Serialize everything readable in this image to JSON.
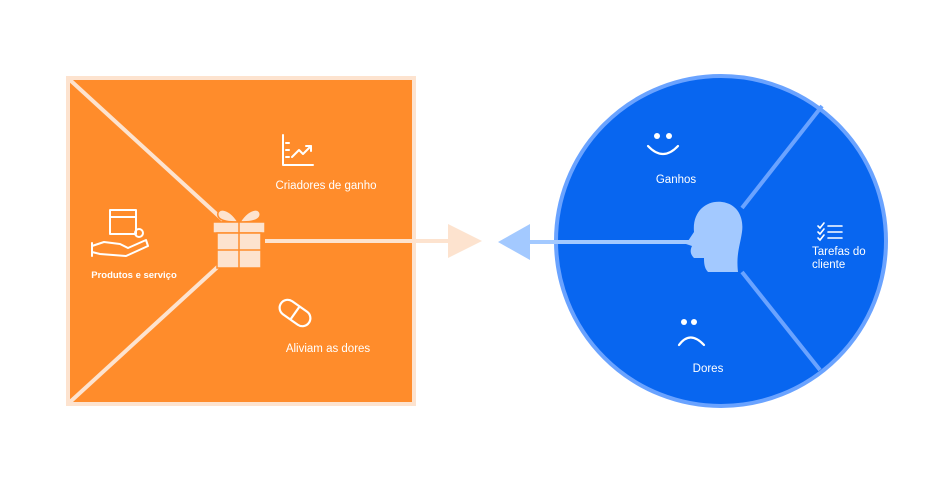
{
  "colors": {
    "value_panel": "#ff8c2b",
    "value_border": "#fde3cf",
    "customer_circle": "#0866f0",
    "customer_border": "#6aa3ff",
    "head": "#a3c9ff",
    "connector_left": "#fde3cf",
    "connector_right": "#a3c9ff",
    "text": "#ffffff"
  },
  "value_map": {
    "products_label": "Produtos e serviço",
    "gain_creators_label": "Criadores de ganho",
    "pain_relievers_label": "Aliviam as dores",
    "icons": [
      "hand-box-icon",
      "gift-icon",
      "chart-trend-icon",
      "pill-icon"
    ]
  },
  "customer_profile": {
    "gains_label": "Ganhos",
    "pains_label": "Dores",
    "jobs_label_line1": "Tarefas do",
    "jobs_label_line2": "cliente",
    "icons": [
      "smile-face-icon",
      "sad-face-icon",
      "checklist-icon",
      "head-profile-icon"
    ]
  }
}
